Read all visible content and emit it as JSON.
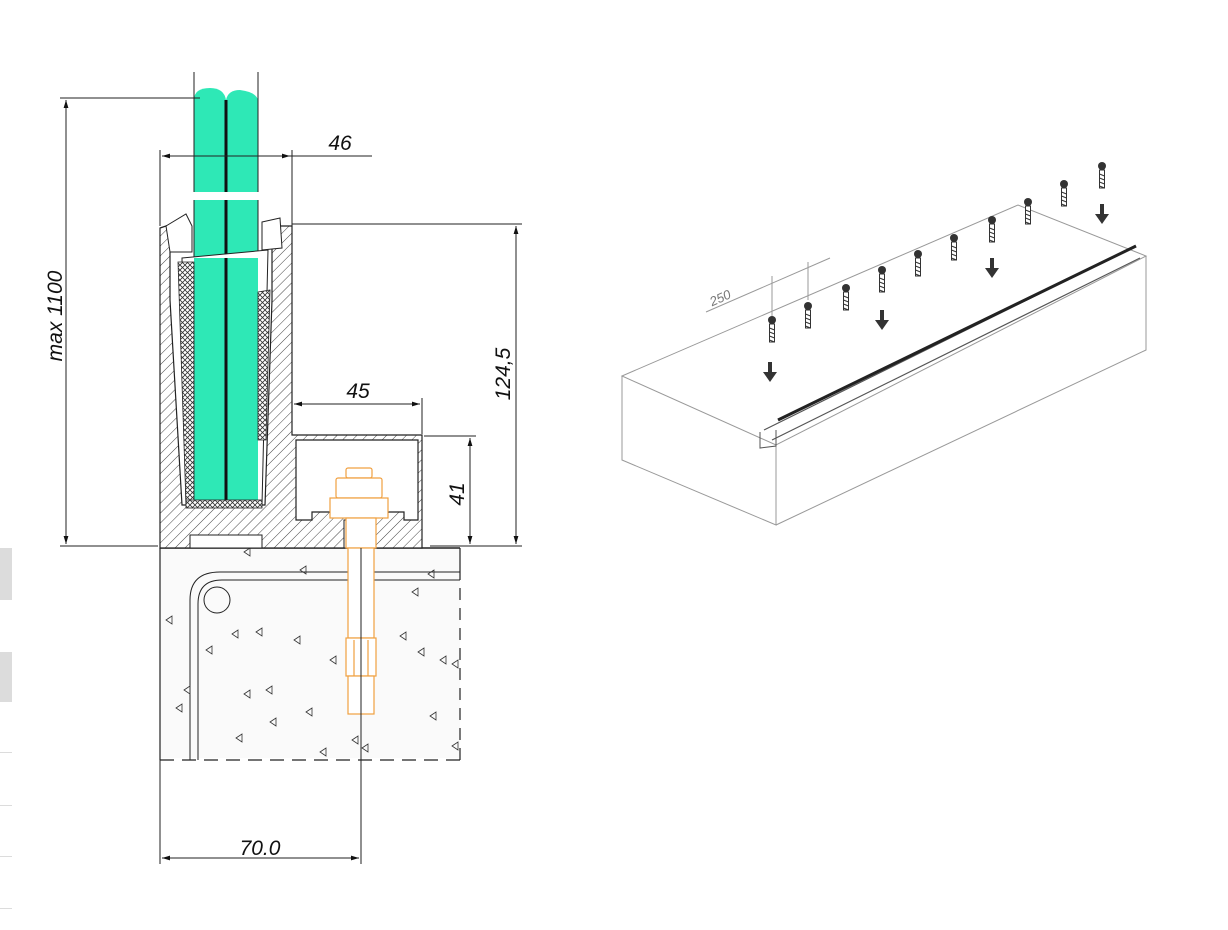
{
  "section_drawing": {
    "dimensions": {
      "glass_height": "max 1100",
      "top_width": "46",
      "profile_height": "124,5",
      "base_depth": "45",
      "base_height": "41",
      "anchor_offset": "70.0"
    }
  },
  "install_drawing": {
    "dimensions": {
      "spacing": "250"
    }
  },
  "colors": {
    "glass": "#2ee8b6",
    "anchor": "#f0a040",
    "line": "#222222",
    "iso_line": "#999999"
  }
}
